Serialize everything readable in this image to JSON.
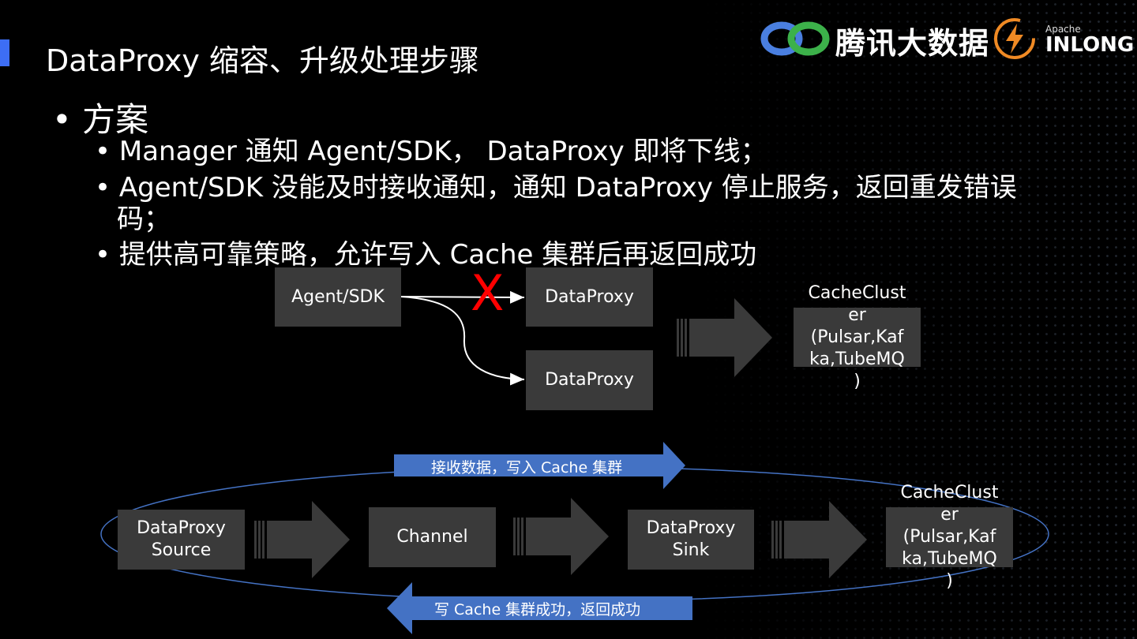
{
  "slide": {
    "title": "DataProxy 缩容、升级处理步骤",
    "logo_text": "腾讯大数据",
    "logo2_small": "Apache",
    "logo2_main": "INLONG"
  },
  "bullets": {
    "level1": "• 方案",
    "items": [
      "• Manager 通知 Agent/SDK，  DataProxy 即将下线；",
      "• Agent/SDK 没能及时接收通知，通知 DataProxy 停止服务，返回重发错误",
      "码；",
      "• 提供高可靠策略，允许写入 Cache 集群后再返回成功"
    ]
  },
  "diagram_top": {
    "agent": "Agent/SDK",
    "dp1": "DataProxy",
    "dp2": "DataProxy",
    "blocked_mark": "X",
    "cache_lines": [
      "CacheClust",
      "er",
      "(Pulsar,Kaf",
      "ka,TubeMQ",
      ")"
    ]
  },
  "diagram_bottom": {
    "source_lines": [
      "DataProxy",
      "Source"
    ],
    "channel": "Channel",
    "sink_lines": [
      "DataProxy",
      "Sink"
    ],
    "cache_lines": [
      "CacheClust",
      "er",
      "(Pulsar,Kaf",
      "ka,TubeMQ",
      ")"
    ],
    "arrow_top_label": "接收数据，写入 Cache 集群",
    "arrow_bottom_label": "写 Cache 集群成功，返回成功"
  },
  "colors": {
    "accent": "#3d6ef5",
    "box": "#3a3a3a",
    "block_arrow": "#3a3a3a",
    "blue_arrow": "#4472c4",
    "x_mark": "#ff0000",
    "logo_blue": "#4a7fe0",
    "logo_green": "#3cb14a",
    "inlong_orange": "#f08a24"
  }
}
